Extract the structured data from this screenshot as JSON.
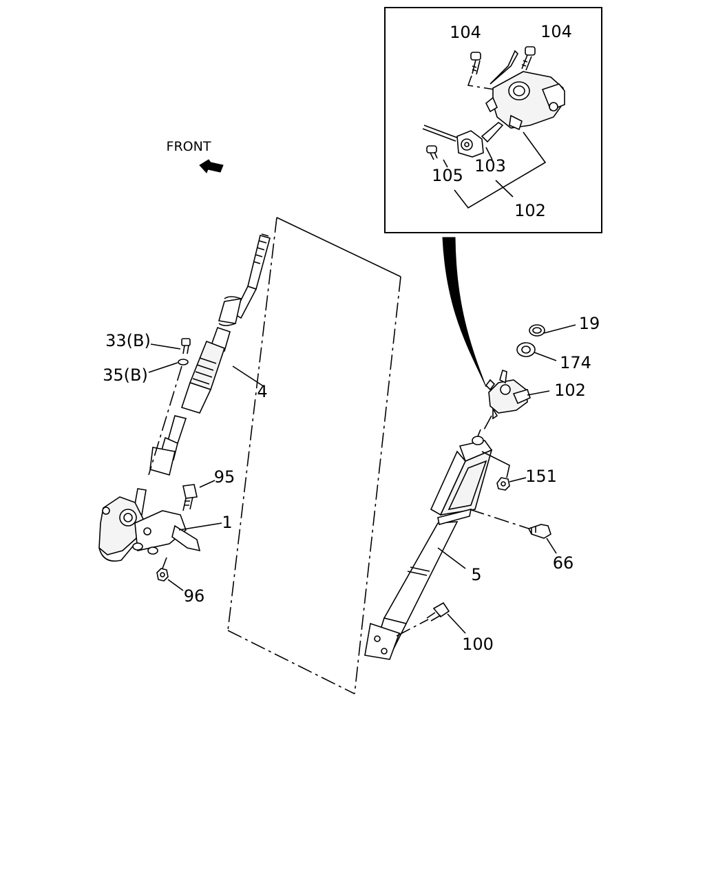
{
  "front_label": "FRONT",
  "callouts": {
    "c104a": "104",
    "c104b": "104",
    "c103": "103",
    "c105": "105",
    "c102_inset": "102",
    "c19": "19",
    "c174": "174",
    "c102": "102",
    "c151": "151",
    "c66": "66",
    "c5": "5",
    "c100": "100",
    "c33b": "33(B)",
    "c35b": "35(B)",
    "c4": "4",
    "c95": "95",
    "c1": "1",
    "c96": "96"
  },
  "icons": {
    "front_arrow": "front-arrow-icon"
  }
}
